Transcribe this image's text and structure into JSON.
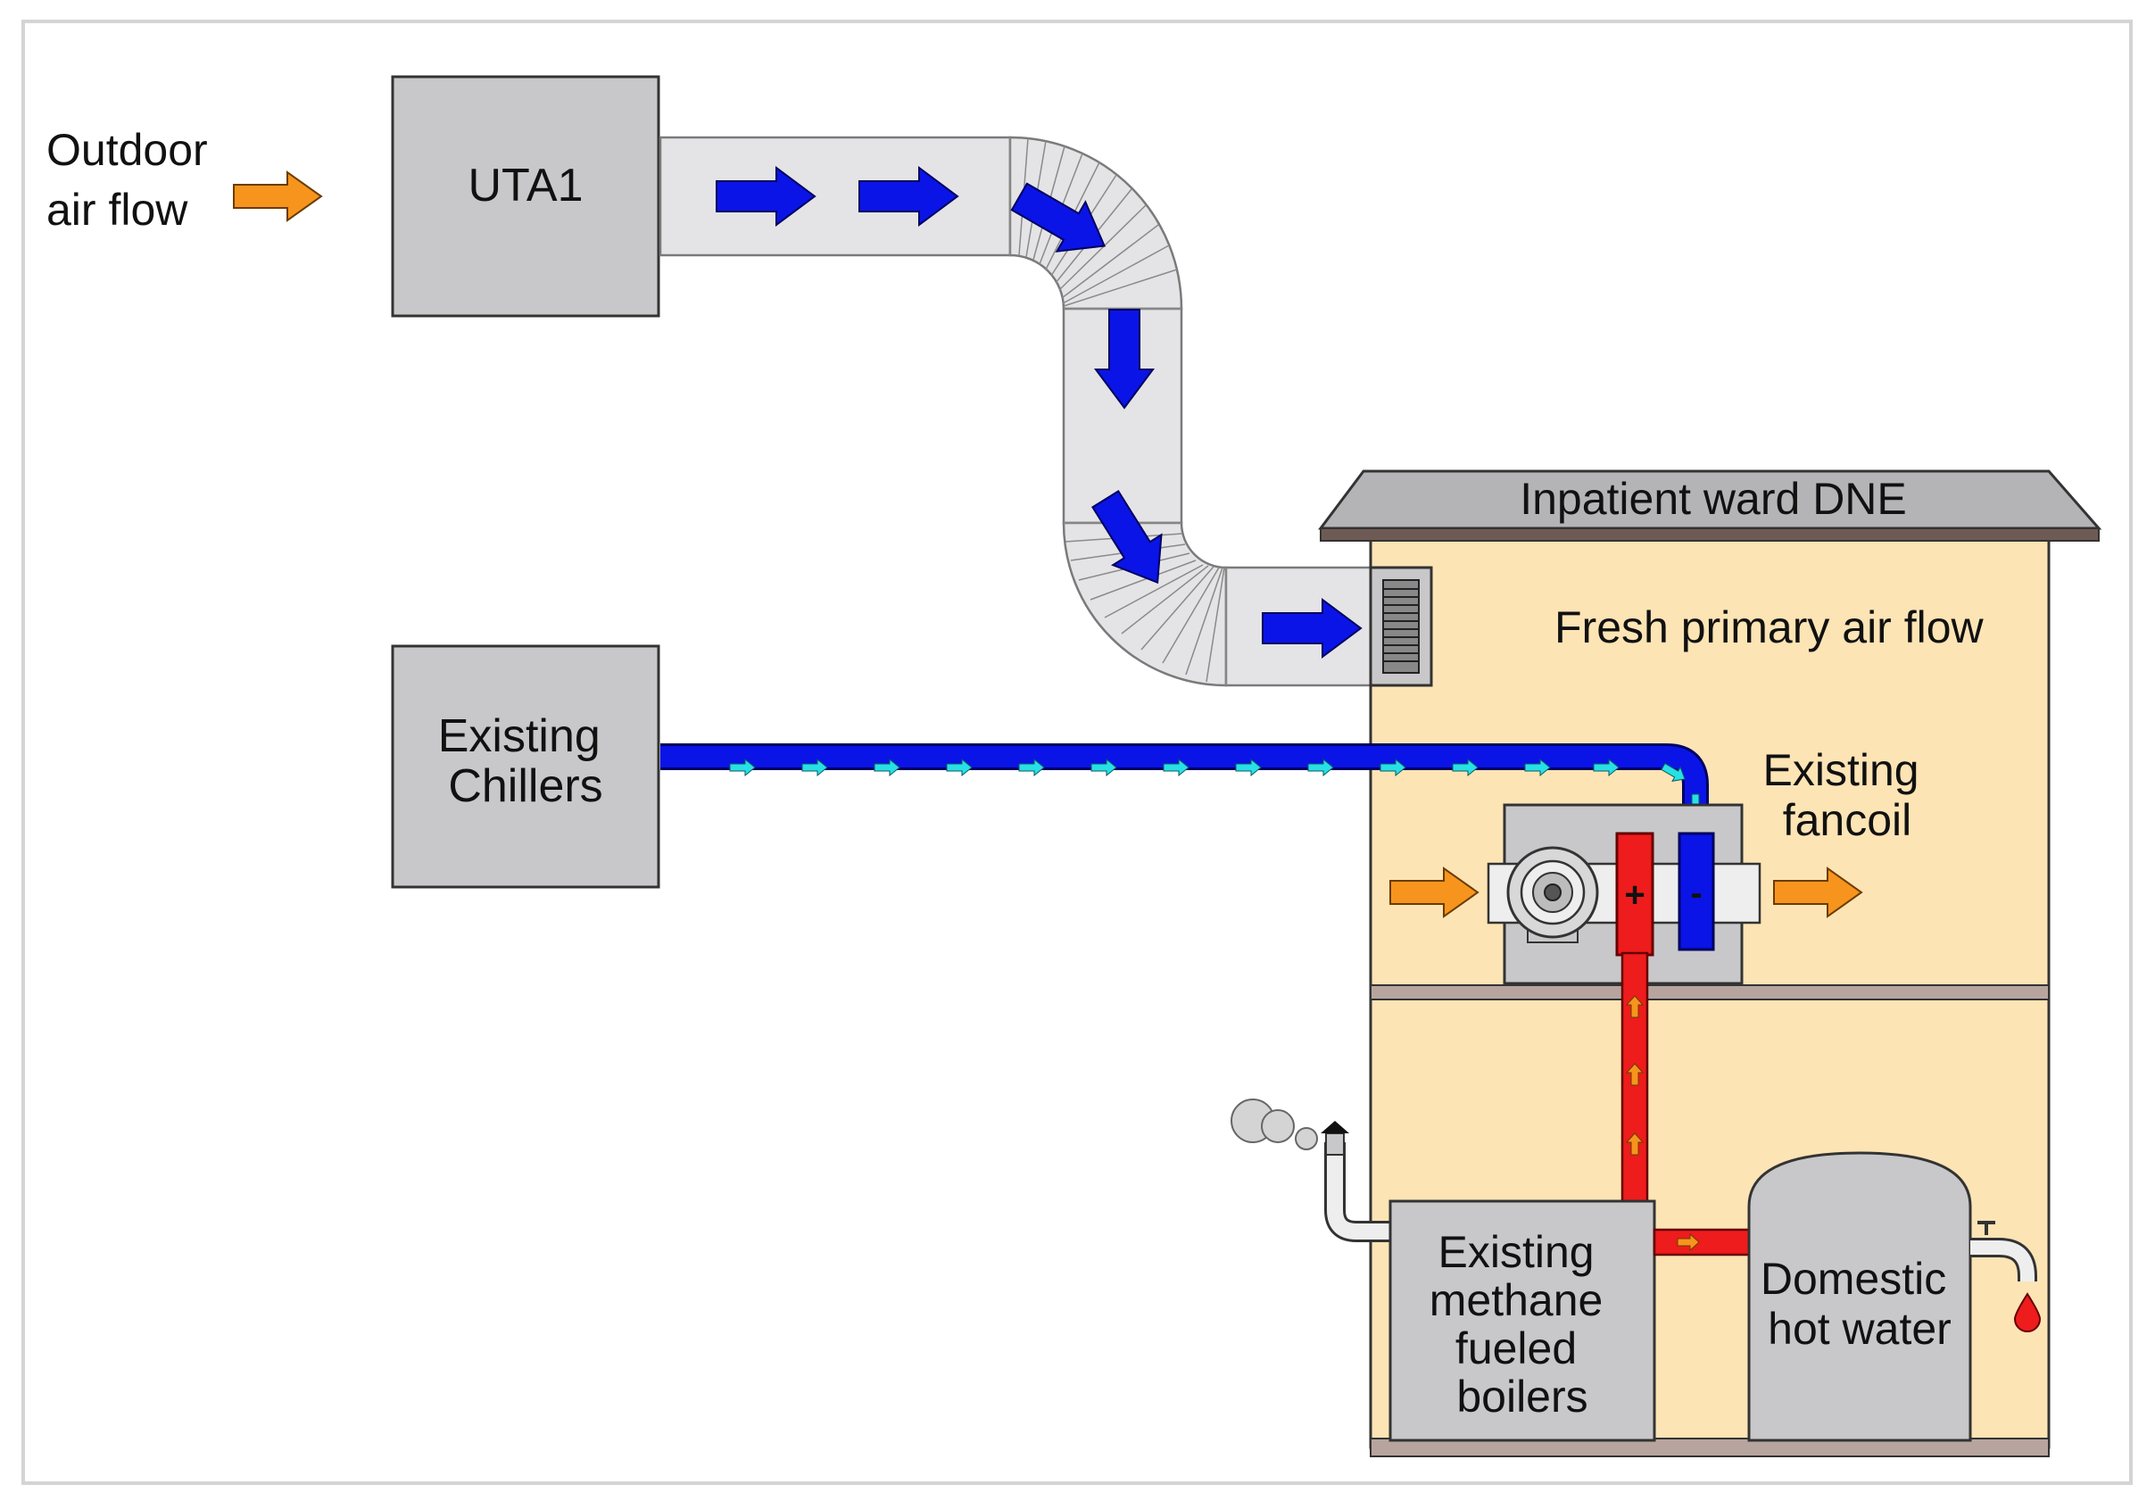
{
  "labels": {
    "outdoor_air_flow": [
      "Outdoor",
      "air flow"
    ],
    "uta1": "UTA1",
    "existing_chillers": [
      "Existing",
      "Chillers"
    ],
    "inpatient_ward": "Inpatient ward DNE",
    "fresh_primary_air_flow": "Fresh primary air flow",
    "existing_fancoil": [
      "Existing",
      "fancoil"
    ],
    "fancoil_plus": "+",
    "fancoil_minus": "-",
    "existing_boilers": [
      "Existing",
      "methane",
      "fueled",
      "boilers"
    ],
    "domestic_hot_water": [
      "Domestic",
      "hot water"
    ]
  },
  "colors": {
    "air_arrow": "#f7941d",
    "duct_arrow": "#0a14e6",
    "chilled_pipe": "#0a14e6",
    "chilled_flow_arrow": "#27e0e6",
    "hot_pipe": "#ee1c1c",
    "building_fill": "#fde4b5",
    "equipment_fill": "#c8c8ca",
    "duct_fill": "#e4e4e6"
  }
}
